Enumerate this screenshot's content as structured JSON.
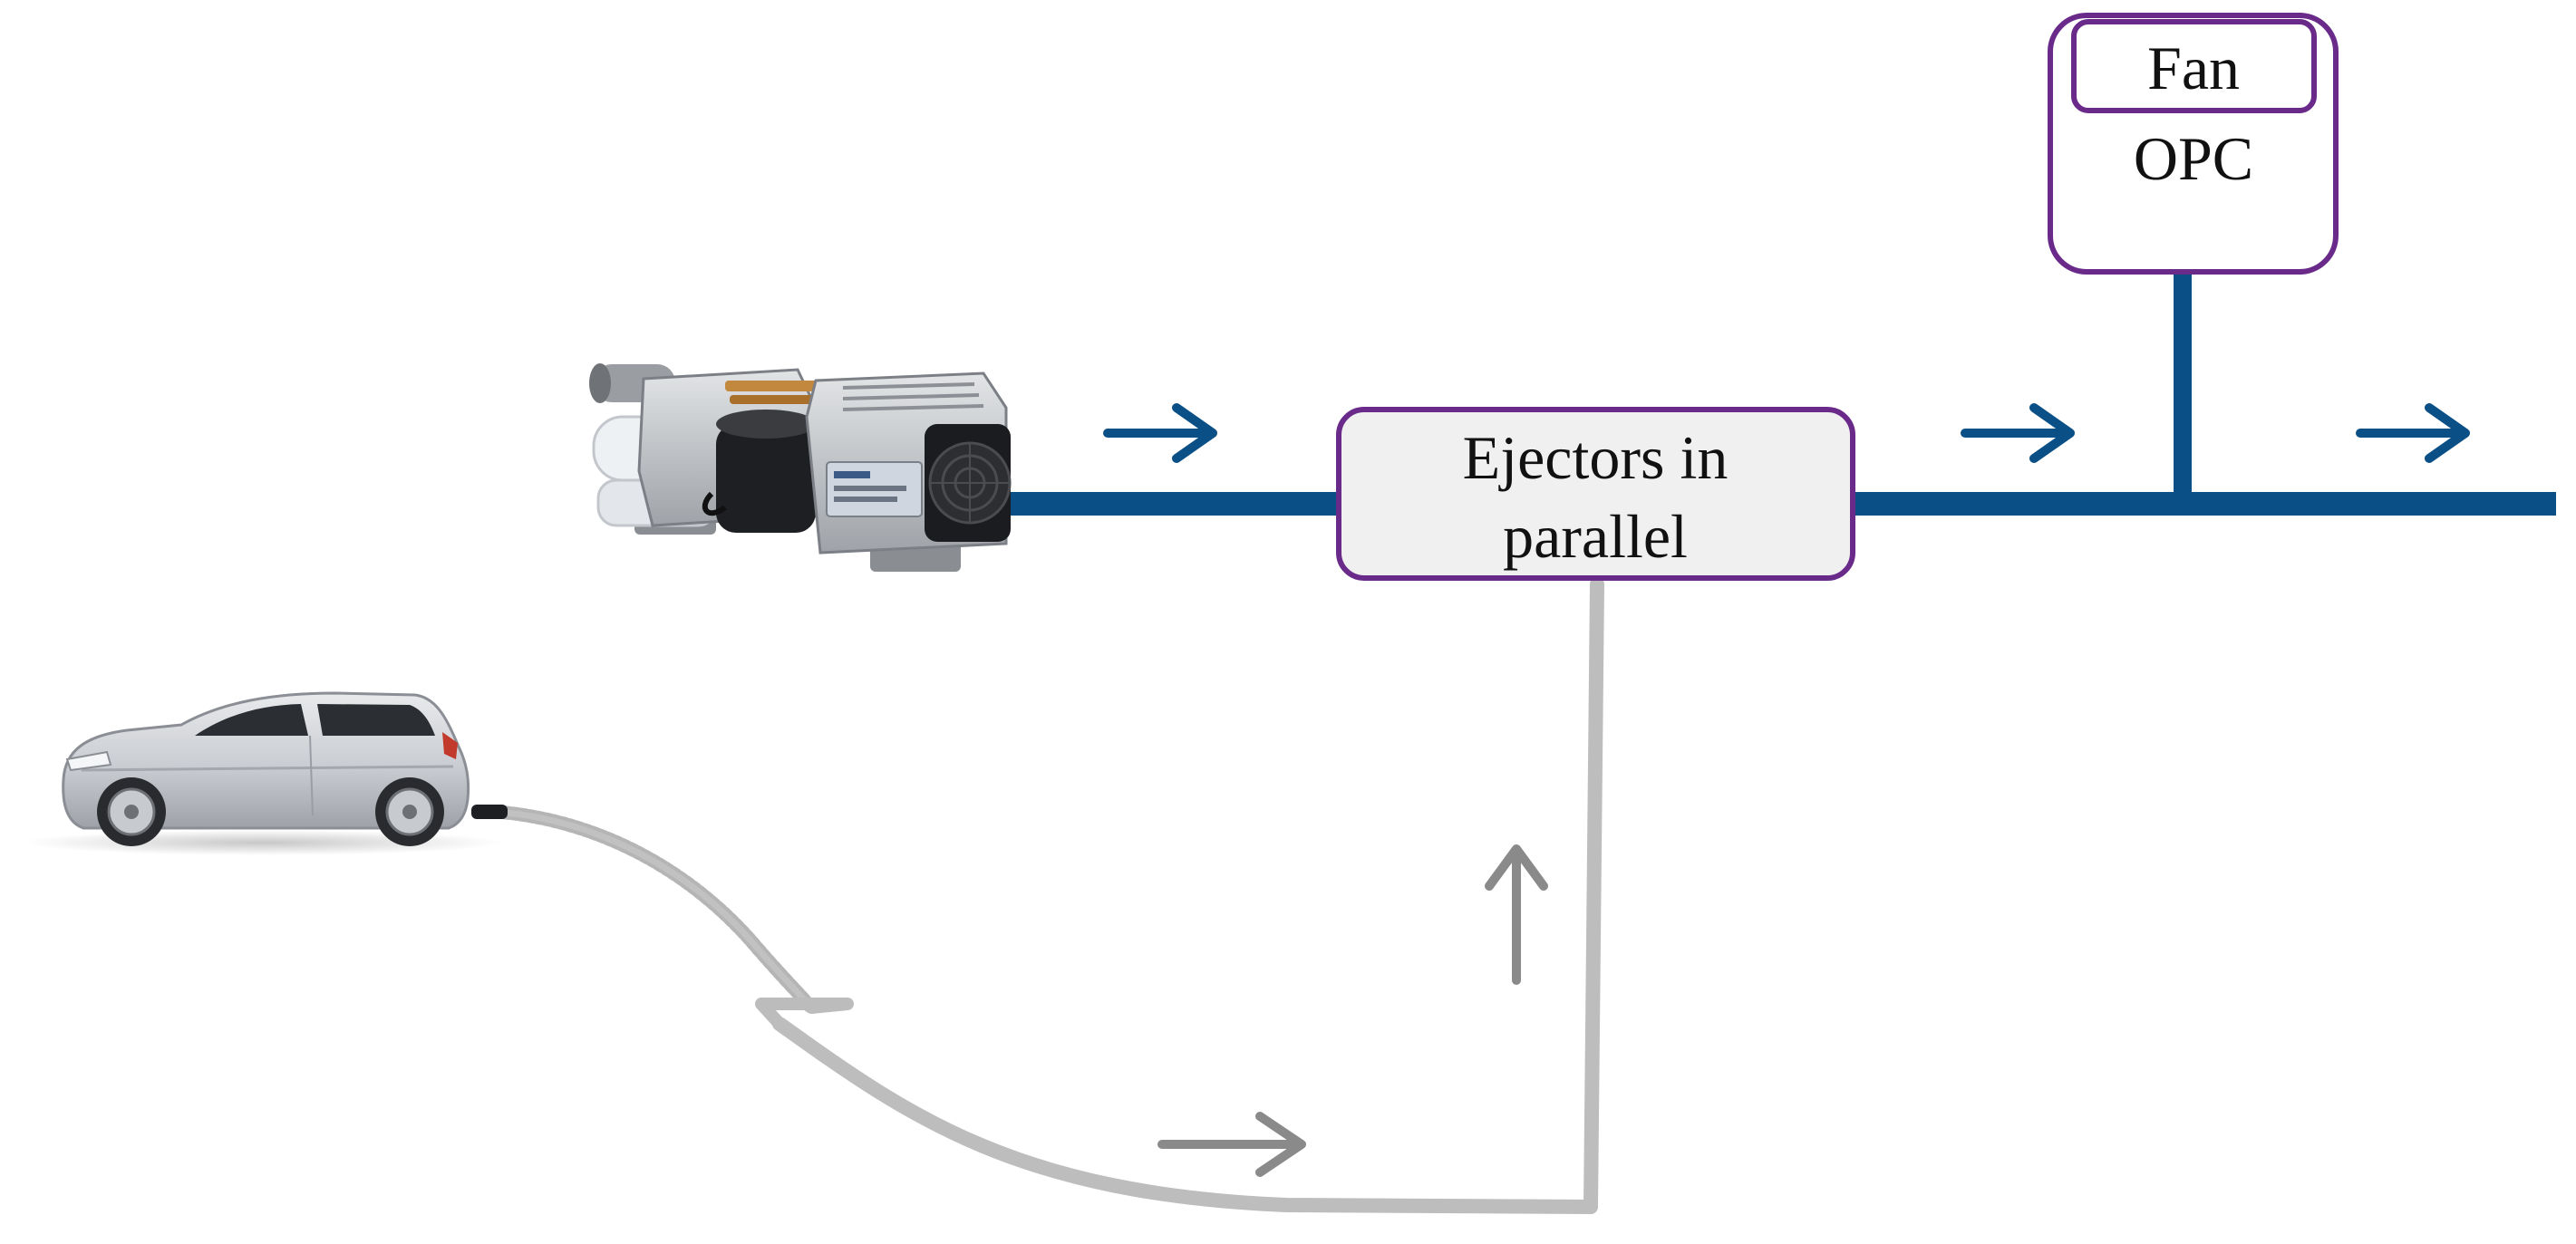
{
  "ejector_box": {
    "line1": "Ejectors in",
    "line2": "parallel"
  },
  "opc_box": {
    "fan_label": "Fan",
    "opc_label": "OPC"
  },
  "colors": {
    "main_pipe": "#0a4f86",
    "exhaust_pipe": "#bdbdbd",
    "exhaust_arrow": "#8a8a8a",
    "box_border": "#6a2a8a",
    "ejector_fill": "#f0f0f0"
  },
  "icons": {
    "pump": "vacuum-pump-icon",
    "car": "car-icon"
  }
}
